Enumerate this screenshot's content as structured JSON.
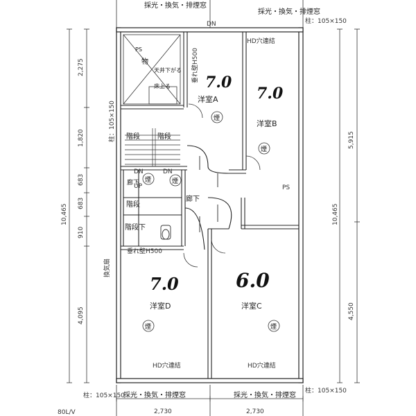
{
  "window_labels": {
    "top_left": "採光・換気・排煙窓",
    "top_right": "採光・換気・排煙窓",
    "bottom_left": "採光・換気・排煙窓",
    "bottom_right": "採光・換気・排煙窓"
  },
  "columns": {
    "top_right": "柱：105×150",
    "left": "柱：105×150",
    "bottom_left": "柱：105×150",
    "bottom_right": "柱：105×150"
  },
  "hd": {
    "top": "HD穴連結",
    "bottom_left": "HD穴連結",
    "bottom_right": "HD穴連結"
  },
  "rooms": {
    "a": "洋室A",
    "b": "洋室B",
    "c": "洋室C",
    "d": "洋室D",
    "hall": "廊下",
    "hall2": "廊下",
    "stairs1": "階段",
    "stairs2": "階段",
    "stairs3": "階段",
    "under_stairs": "階段下"
  },
  "smoke": "煙",
  "notes": {
    "ps_top": "PS",
    "mono": "物",
    "ceiling_down": "天井下がる",
    "floor_up": "床上る",
    "hang_wall_a": "垂れ壁H500",
    "hang_wall_d": "垂れ壁H500",
    "ps_right": "PS",
    "dn1": "DN",
    "dn2": "DN",
    "up": "UP",
    "vent": "換気扇",
    "top_label": "DN"
  },
  "dimensions": {
    "left": [
      "2,275",
      "1,820",
      "683",
      "683",
      "910",
      "4,095"
    ],
    "total_left": "10,465",
    "total_right": "10,465",
    "right": [
      "5,915",
      "4,550"
    ],
    "bottom": [
      "2,730",
      "2,730"
    ],
    "corner": "80L/V"
  },
  "handwritten": {
    "a": "7.0",
    "b": "7.0",
    "c": "6.0",
    "d": "7.0"
  }
}
